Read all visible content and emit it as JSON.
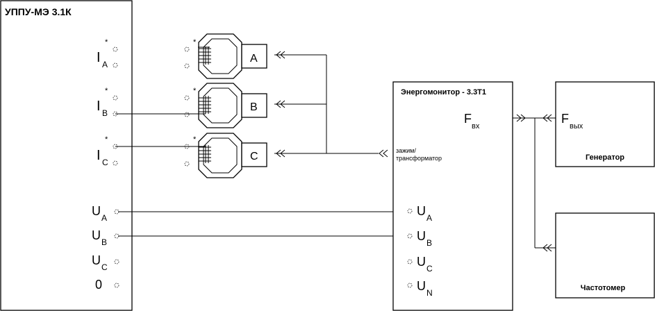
{
  "device_left": {
    "title": "УППУ-МЭ 3.1К"
  },
  "current_terminals": [
    {
      "main": "I",
      "sub": "A",
      "star": "*"
    },
    {
      "main": "I",
      "sub": "B",
      "star": "*"
    },
    {
      "main": "I",
      "sub": "C",
      "star": "*"
    }
  ],
  "voltage_terminals_left": [
    {
      "main": "U",
      "sub": "A"
    },
    {
      "main": "U",
      "sub": "B"
    },
    {
      "main": "U",
      "sub": "C"
    },
    {
      "main": "0",
      "sub": ""
    }
  ],
  "clamps": [
    {
      "label": "A",
      "star": "*"
    },
    {
      "label": "B",
      "star": "*"
    },
    {
      "label": "C",
      "star": "*"
    }
  ],
  "energomonitor": {
    "title": "Энергомонитор -  3.3Т1",
    "f_in_main": "F",
    "f_in_sub": "вх",
    "clamp_label_1": "зажим/",
    "clamp_label_2": "трансформатор",
    "voltage_terminals": [
      {
        "main": "U",
        "sub": "A"
      },
      {
        "main": "U",
        "sub": "B"
      },
      {
        "main": "U",
        "sub": "C"
      },
      {
        "main": "U",
        "sub": "N"
      }
    ]
  },
  "generator": {
    "title": "Генератор",
    "f_out_main": "F",
    "f_out_sub": "вых"
  },
  "frequency_meter": {
    "title": "Частотомер"
  }
}
